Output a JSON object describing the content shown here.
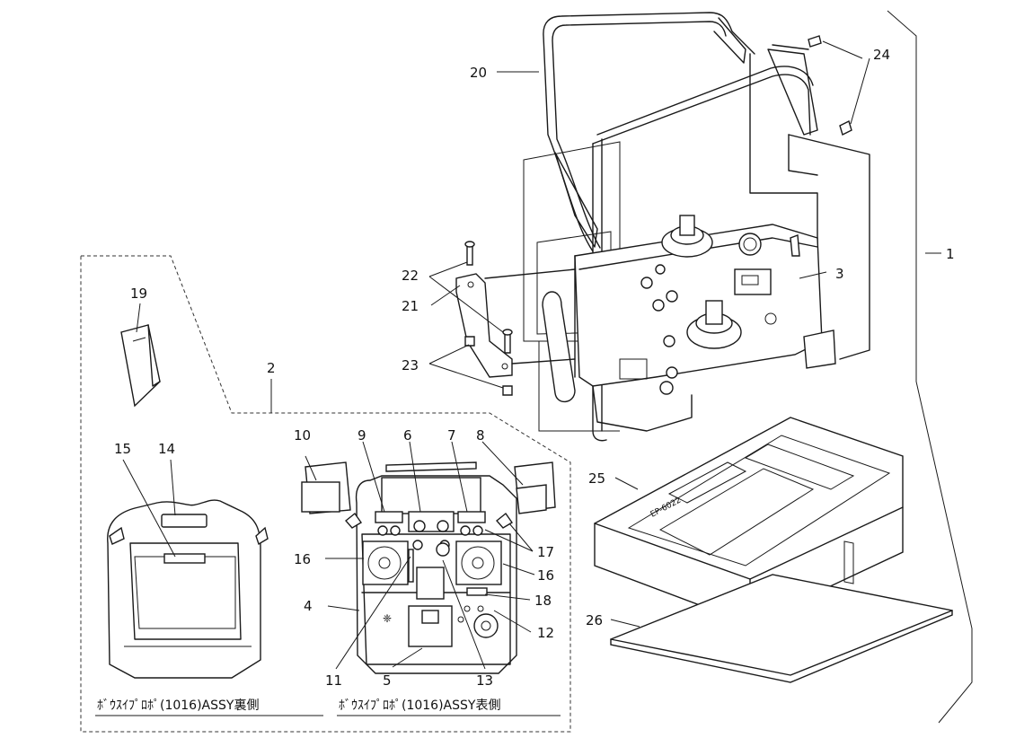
{
  "callouts": {
    "c1": "1",
    "c2": "2",
    "c3": "3",
    "c4": "4",
    "c5": "5",
    "c6": "6",
    "c7": "7",
    "c8": "8",
    "c9": "9",
    "c10": "10",
    "c11": "11",
    "c12": "12",
    "c13": "13",
    "c14": "14",
    "c15": "15",
    "c16a": "16",
    "c16b": "16",
    "c17": "17",
    "c18": "18",
    "c19": "19",
    "c20": "20",
    "c21": "21",
    "c22": "22",
    "c23": "23",
    "c24": "24",
    "c25": "25",
    "c26": "26"
  },
  "captions": {
    "back": "ﾎﾞｳｽｲﾌﾟﾛﾎﾟ(1016)ASSY裏側",
    "front": "ﾎﾞｳｽｲﾌﾟﾛﾎﾟ(1016)ASSY表側"
  },
  "case_label": "EP-6022"
}
